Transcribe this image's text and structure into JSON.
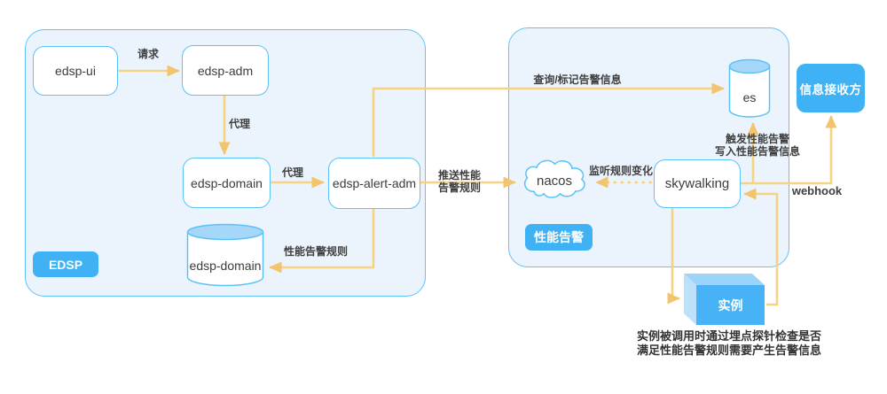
{
  "groups": {
    "edsp": {
      "badge": "EDSP"
    },
    "perf": {
      "badge": "性能告警"
    }
  },
  "nodes": {
    "edsp_ui": {
      "label": "edsp-ui"
    },
    "edsp_adm": {
      "label": "edsp-adm"
    },
    "edsp_domain_service": {
      "label": "edsp-domain"
    },
    "edsp_alert_adm": {
      "label": "edsp-alert-adm"
    },
    "edsp_domain_db": {
      "label": "edsp-domain"
    },
    "nacos": {
      "label": "nacos"
    },
    "skywalking": {
      "label": "skywalking"
    },
    "es": {
      "label": "es"
    },
    "receiver": {
      "label": "信息接收方"
    },
    "instance": {
      "label": "实例"
    }
  },
  "edges": {
    "request": {
      "label": "请求"
    },
    "proxy_adm_to_domain": {
      "label": "代理"
    },
    "proxy_domain_to_alert": {
      "label": "代理"
    },
    "perf_alert_rule": {
      "label": "性能告警规则"
    },
    "query_mark_alert_info": {
      "label": "查询/标记告警信息"
    },
    "push_perf_rule": {
      "line1": "推送性能",
      "line2": "告警规则"
    },
    "listen_rule_change": {
      "label": "监听规则变化"
    },
    "trigger_perf_alert": {
      "line1": "触发性能告警",
      "line2": "写入性能告警信息"
    },
    "webhook": {
      "label": "webhook"
    }
  },
  "note": {
    "line1": "实例被调用时通过埋点探针检查是否",
    "line2": "满足性能告警规则需要产生告警信息"
  },
  "colors": {
    "group_fill": "#EBF4FD",
    "group_border": "#5FC3F7",
    "node_border": "#5BC2F7",
    "node_fill": "#FFFFFF",
    "accent_blue": "#3EB2F4",
    "arrow_line": "#F6D283",
    "arrow_head": "#F2C46D",
    "cylinder_top": "#A5D7F8",
    "cube_front": "#47B2F5",
    "cube_top": "#9BD4F8",
    "cube_side": "#BCE2FB",
    "label_text": "#3F3F3F"
  }
}
